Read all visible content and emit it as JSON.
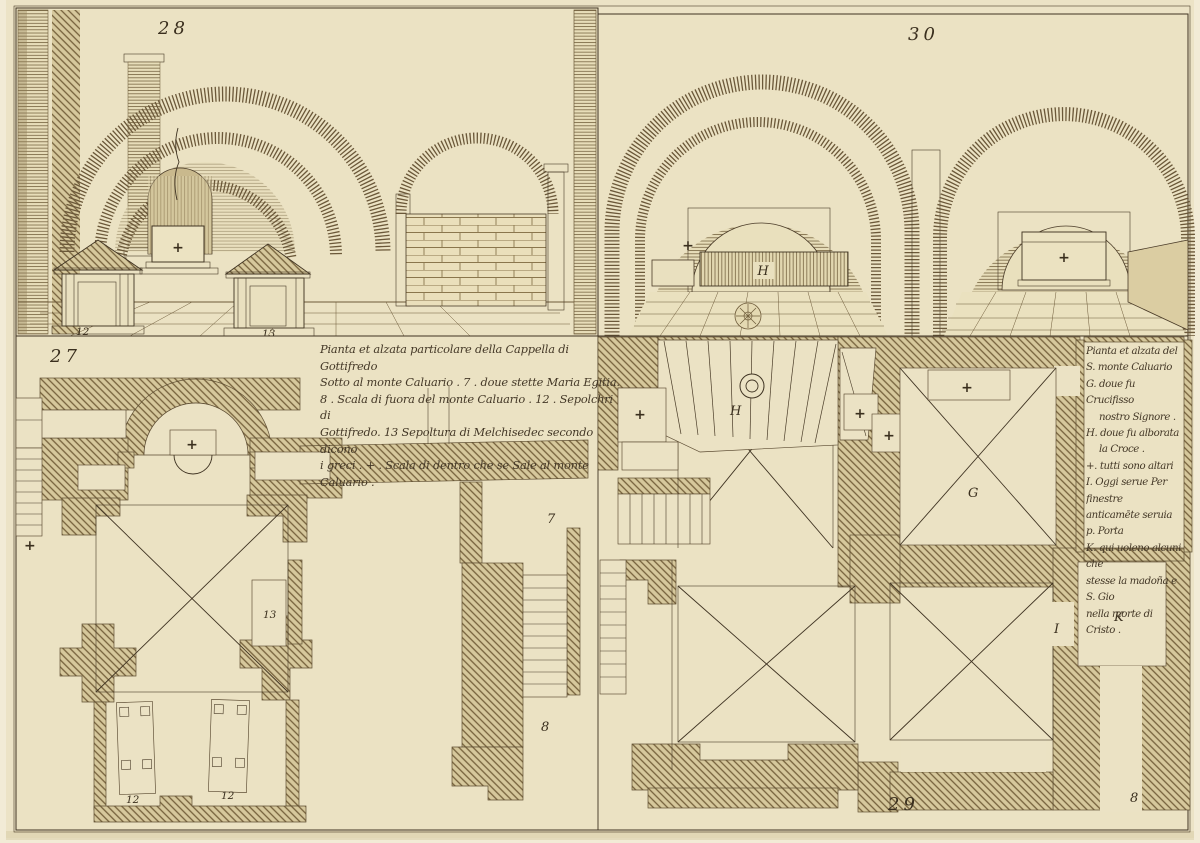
{
  "colors": {
    "paper": "#f2ebd6",
    "plate": "#ebe2c4",
    "ink": "#3f3322",
    "hatch_line": "#75613c",
    "hatch_fill": "#d6c89c"
  },
  "figures": {
    "view28": {
      "number": "28",
      "tomb_left": "12",
      "tomb_right": "13",
      "altar_cross": "+"
    },
    "view30": {
      "number": "30",
      "bench_label": "H",
      "wall_cross": "+",
      "altar_cross": "+"
    },
    "plan27": {
      "number": "27",
      "apse_cross": "+",
      "entry_cross": "+",
      "niche_label": "13",
      "tomb_a": "12",
      "tomb_b": "12",
      "room_label": "7",
      "stair_label": "8"
    },
    "plan29": {
      "number": "29",
      "fan_label": "H",
      "g_label": "G",
      "i_label": "I",
      "k_label": "K",
      "stair_label": "8",
      "chapel_cross": "+",
      "cross_a": "+",
      "cross_b": "+",
      "altar_cross": "+"
    }
  },
  "captions": {
    "center": {
      "lines": [
        "Pianta et alzata particolare della Cappella di Gottifredo",
        "Sotto al monte Caluario . 7 . doue stette Maria Egitia.",
        "8 . Scala di fuora del monte Caluario . 12 .  Sepolchri di",
        "Gottifredo. 13 Sepoltura di Melchisedec secondo dicono",
        "i greci . + . Scala di dentro che se Sale al monte",
        "Caluario ."
      ]
    },
    "right": {
      "lines": [
        "Pianta et alzata del",
        "S. monte Caluario",
        "G. doue fu Crucifisso",
        "nostro Signore .",
        "H. doue fu alborata",
        "la Croce .",
        "+. tutti sono altari",
        "I. Oggi serue Per finestre",
        "anticamēte seruia p. Porta",
        "K. qui uoleno alcuni che",
        "stesse la madoña e S. Gio",
        "nella morte di Cristo ."
      ]
    }
  }
}
